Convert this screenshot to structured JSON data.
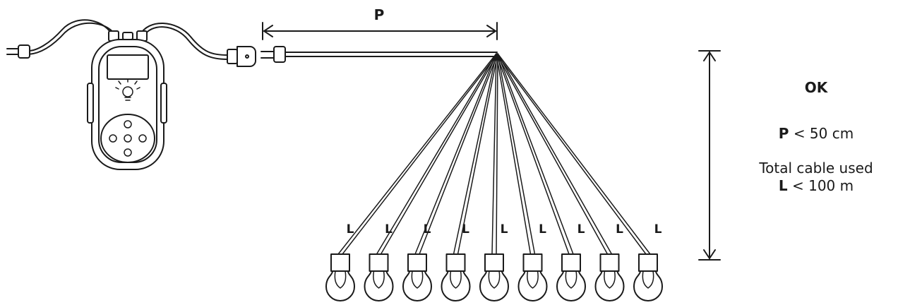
{
  "diagram": {
    "dimension_label_p": "P",
    "lamp_label": "L",
    "lamp_count": 9
  },
  "legend": {
    "status": "OK",
    "p_symbol": "P",
    "p_condition": "< 50 cm",
    "total_text": "Total cable used",
    "l_symbol": "L",
    "l_condition": "< 100 m"
  }
}
